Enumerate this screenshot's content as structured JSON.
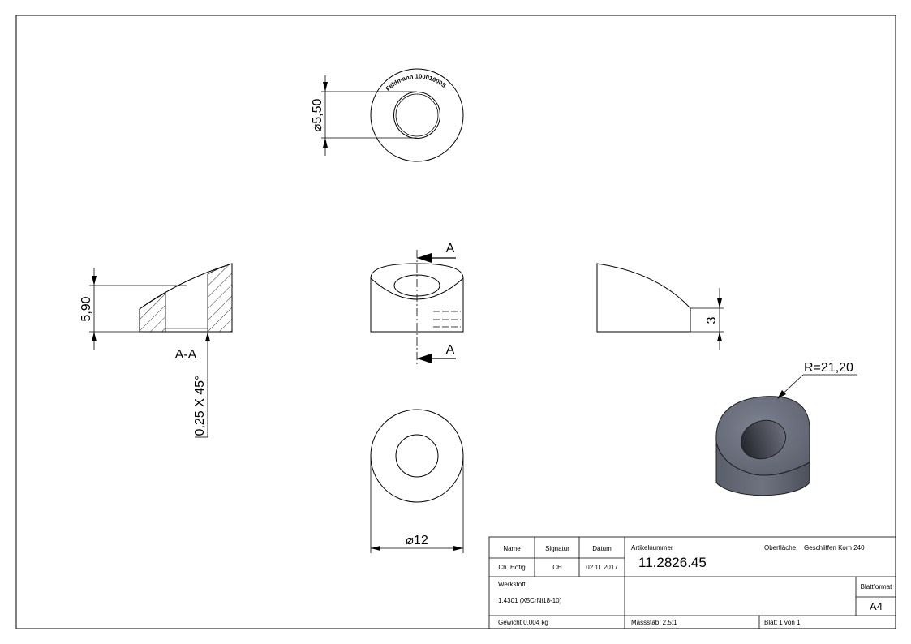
{
  "views": {
    "top": {
      "dim_diameter": "⌀5,50",
      "engraving": "Feldmann 10001600S"
    },
    "section": {
      "dim_height": "5,90",
      "label": "A-A",
      "dim_chamfer": "0,25 X 45°"
    },
    "front": {
      "cut_label_top": "A",
      "cut_label_bottom": "A"
    },
    "side": {
      "dim_height": "3"
    },
    "bottom": {
      "dim_diameter": "⌀12"
    },
    "iso": {
      "dim_radius": "R=21,20"
    }
  },
  "title_block": {
    "name_label": "Name",
    "signatur_label": "Signatur",
    "datum_label": "Datum",
    "name_value": "Ch. Höfig",
    "signatur_value": "CH",
    "datum_value": "02.11.2017",
    "artikelnummer_label": "Artikelnummer",
    "artikelnummer_value": "11.2826.45",
    "oberflaeche_label": "Oberfläche:",
    "oberflaeche_value": "Geschliffen Korn 240",
    "werkstoff_label": "Werkstoff:",
    "werkstoff_value": "1.4301 (X5CrNi18-10)",
    "blattformat_label": "Blattformat",
    "blattformat_value": "A4",
    "gewicht": "Gewicht 0.004 kg",
    "massstab": "Massstab: 2.5:1",
    "blatt": "Blatt 1 von 1"
  }
}
